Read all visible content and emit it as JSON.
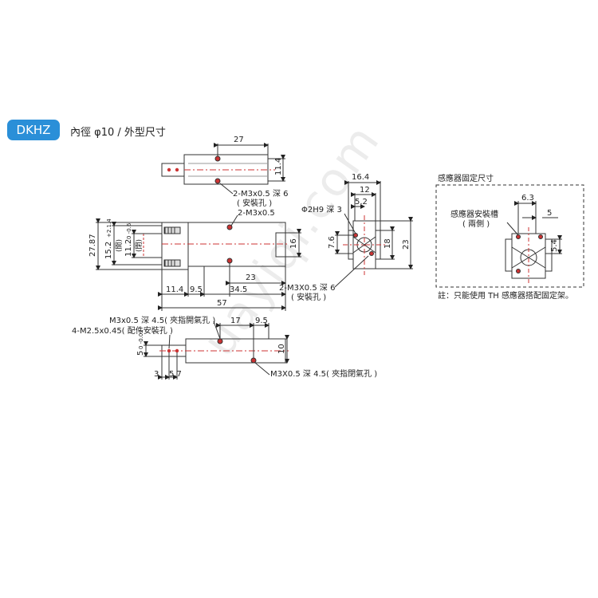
{
  "header": {
    "badge": "DKHZ",
    "title": "內徑 φ10 / 外型尺寸"
  },
  "top_view": {
    "dim_width": "27",
    "dim_height": "11.4",
    "thread_note": "2-M3x0.5 深 6",
    "thread_sub": "( 安裝孔 )"
  },
  "side_view": {
    "dim_open": "27.87",
    "dim_stroke": "15.2",
    "dim_stroke_tol": "+2.1.4",
    "dim_stroke_sub": "(開)",
    "dim_closed": "11.2",
    "dim_closed_tol": "0 -0.6",
    "dim_closed_sub": "(閉)",
    "thread_note": "2-M3x0.5",
    "dim_body": "16",
    "dim_23": "23",
    "dim_11_4": "11.4",
    "dim_9_5": "9.5",
    "dim_34_5": "34.5",
    "dim_57": "57"
  },
  "end_view": {
    "dim_16_4": "16.4",
    "dim_12": "12",
    "dim_5_2": "5.2",
    "pin_note": "Φ2H9 深 3",
    "dim_7_6": "7.6",
    "dim_18": "18",
    "dim_23": "23",
    "thread_note": "2-M3X0.5 深 6",
    "thread_sub": "( 安裝孔 )"
  },
  "bottom_view": {
    "port_top": "M3x0.5 深 4.5( 夾指開氣孔 )",
    "thread_note": "4-M2.5x0.45( 配件安裝孔 )",
    "dim_5": "5",
    "dim_5_tol": "0 -0.02",
    "dim_17": "17",
    "dim_9_5": "9.5",
    "dim_10": "10",
    "dim_3": "3",
    "dim_5_7": "5.7",
    "port_bottom": "M3X0.5 深 4.5( 夾指閉氣孔 )"
  },
  "sensor_box": {
    "title": "感應器固定尺寸",
    "dim_6_3": "6.3",
    "slot_label": "感應器安裝槽",
    "slot_sub": "( 兩側 )",
    "dim_5": "5",
    "dim_5_4": "5.4",
    "note": "註：只能使用 TH 感應器搭配固定架。"
  },
  "watermark": "uayiqi.com"
}
